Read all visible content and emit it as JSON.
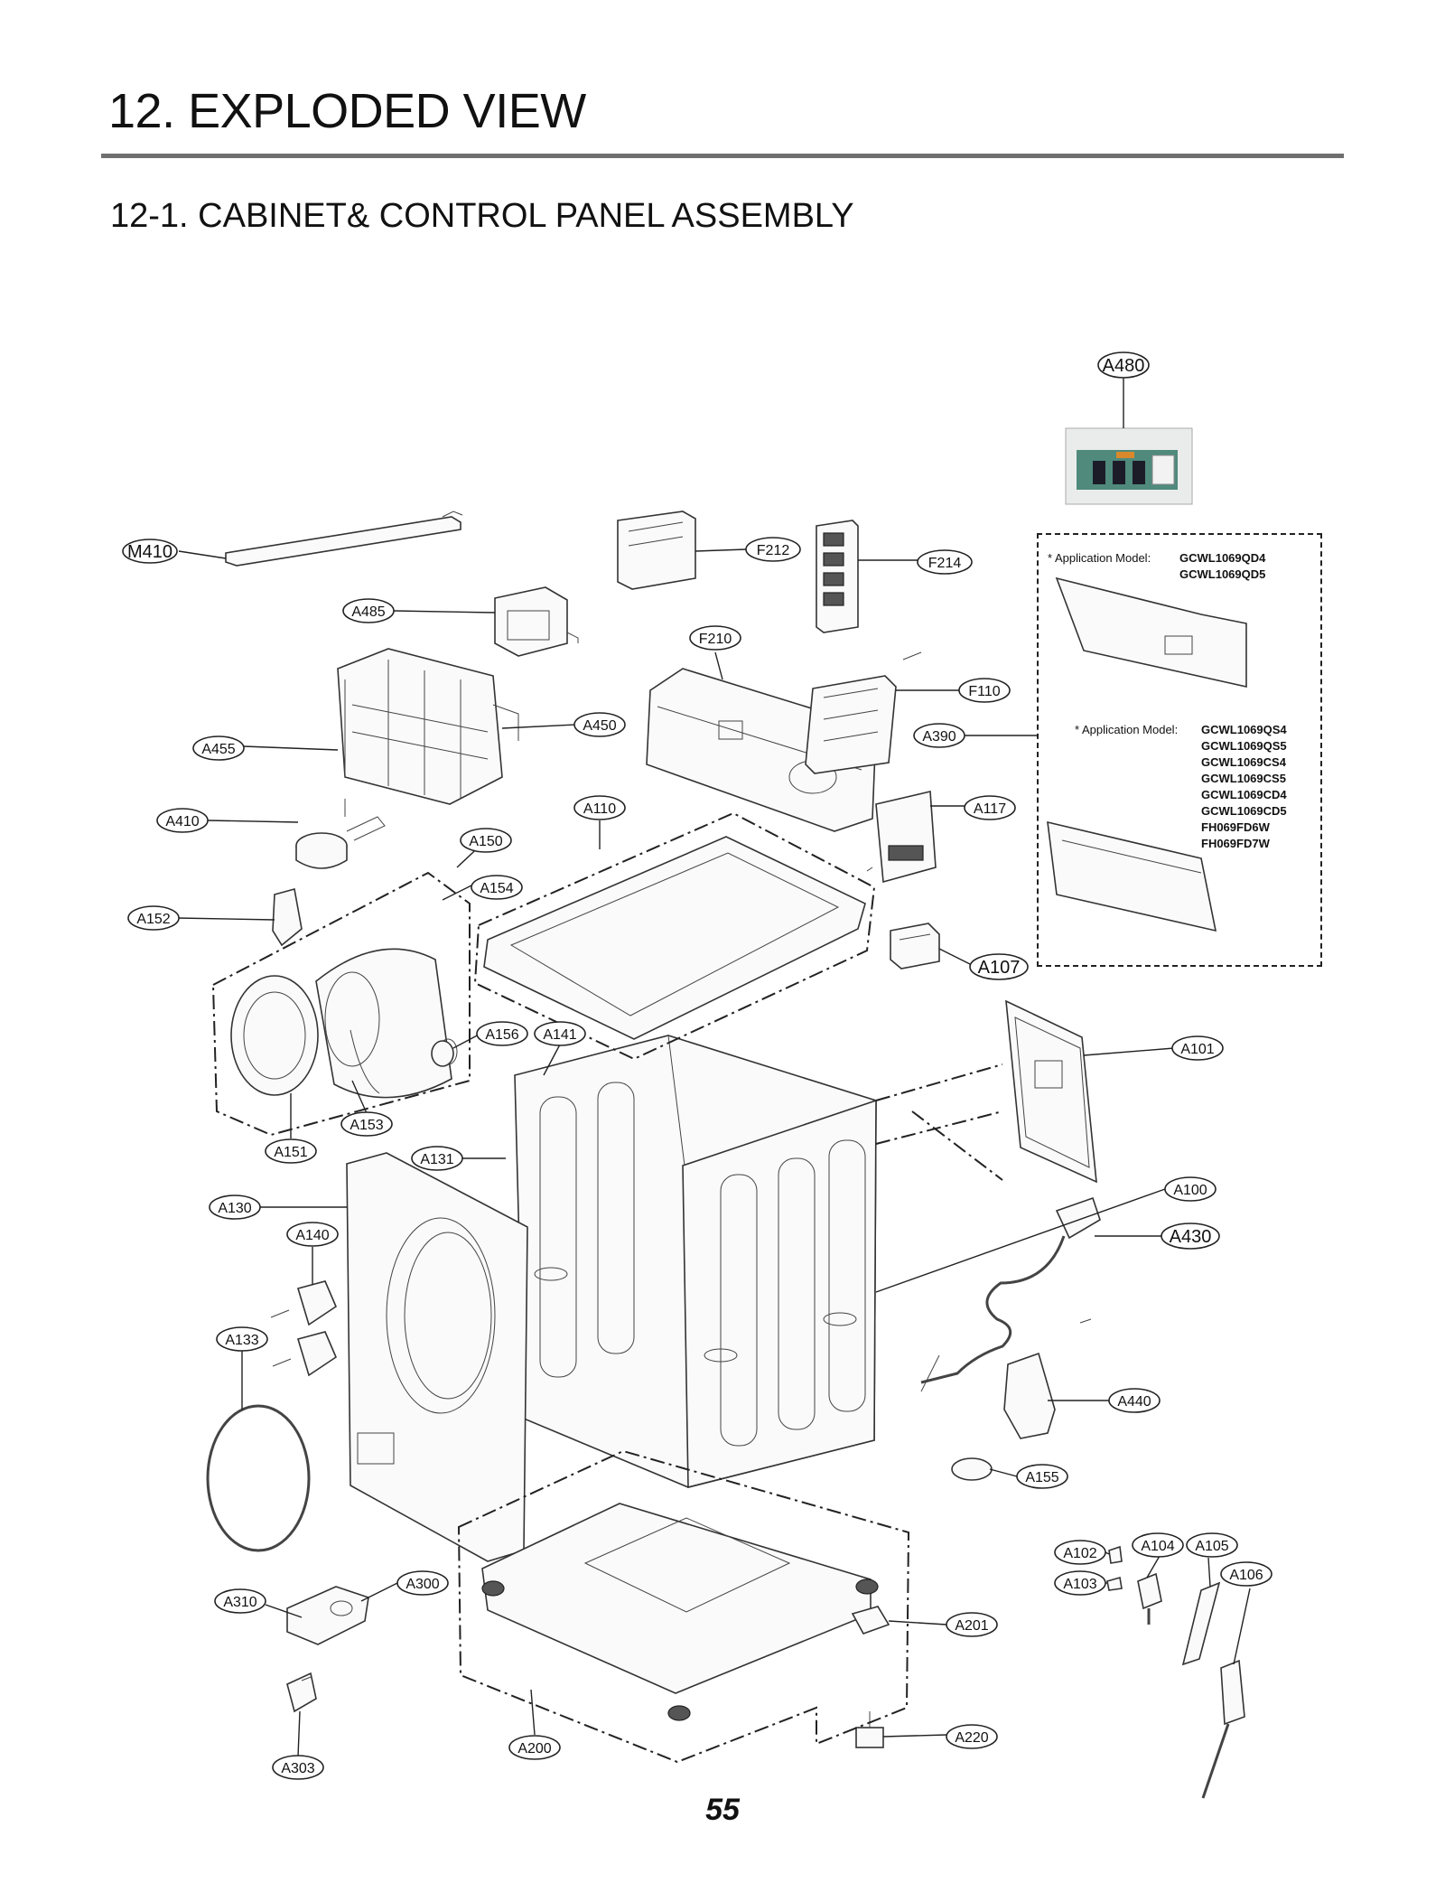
{
  "page": {
    "title": "12. EXPLODED VIEW",
    "section": "12-1. CABINET& CONTROL PANEL ASSEMBLY",
    "number": "55"
  },
  "notes": [
    {
      "label": "* Application Model:",
      "models": [
        "GCWL1069QD4",
        "GCWL1069QD5"
      ]
    },
    {
      "label": "* Application Model:",
      "models": [
        "GCWL1069QS4",
        "GCWL1069QS5",
        "GCWL1069CS4",
        "GCWL1069CS5",
        "GCWL1069CD4",
        "GCWL1069CD5",
        "FH069FD6W",
        "FH069FD7W"
      ]
    }
  ],
  "callouts": [
    "A480",
    "M410",
    "F212",
    "F214",
    "A485",
    "F210",
    "F110",
    "A450",
    "A455",
    "A390",
    "A410",
    "A110",
    "A117",
    "A150",
    "A154",
    "A152",
    "A107",
    "A156",
    "A141",
    "A101",
    "A153",
    "A151",
    "A131",
    "A100",
    "A130",
    "A140",
    "A430",
    "A133",
    "A440",
    "A155",
    "A102",
    "A104",
    "A105",
    "A103",
    "A106",
    "A300",
    "A310",
    "A201",
    "A220",
    "A303",
    "A200"
  ]
}
